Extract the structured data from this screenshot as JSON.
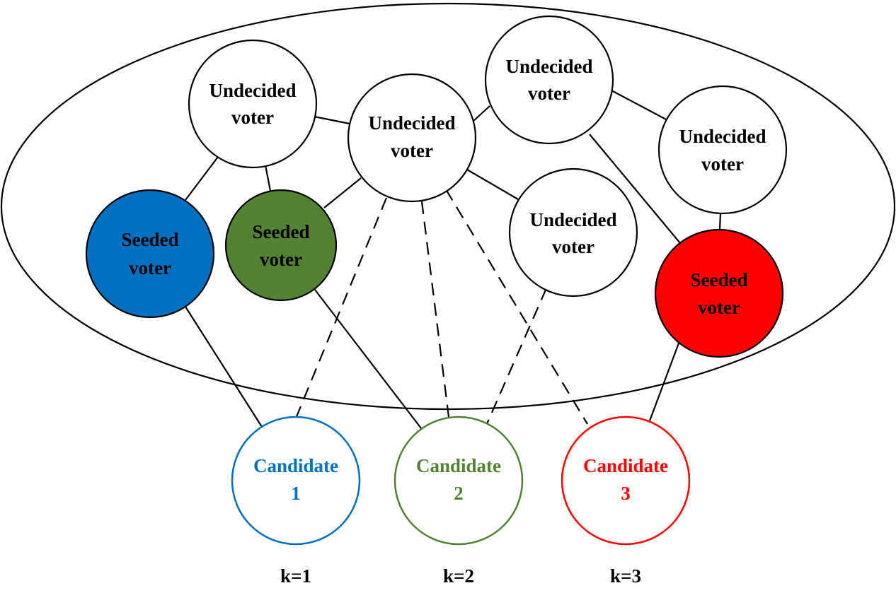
{
  "colors": {
    "blue": "#0070C0",
    "green": "#548235",
    "red": "#FF0000",
    "white": "#FFFFFF",
    "black": "#000000"
  },
  "nodes": {
    "u1": {
      "line1": "Undecided",
      "line2": "voter"
    },
    "u2": {
      "line1": "Undecided",
      "line2": "voter"
    },
    "u3": {
      "line1": "Undecided",
      "line2": "voter"
    },
    "u4": {
      "line1": "Undecided",
      "line2": "voter"
    },
    "u5": {
      "line1": "Undecided",
      "line2": "voter"
    },
    "s_blue": {
      "line1": "Seeded",
      "line2": "voter"
    },
    "s_green": {
      "line1": "Seeded",
      "line2": "voter"
    },
    "s_red": {
      "line1": "Seeded",
      "line2": "voter"
    }
  },
  "candidates": [
    {
      "line1": "Candidate",
      "line2": "1",
      "k": "k=1",
      "color": "#0070C0"
    },
    {
      "line1": "Candidate",
      "line2": "2",
      "k": "k=2",
      "color": "#548235"
    },
    {
      "line1": "Candidate",
      "line2": "3",
      "k": "k=3",
      "color": "#FF0000"
    }
  ]
}
